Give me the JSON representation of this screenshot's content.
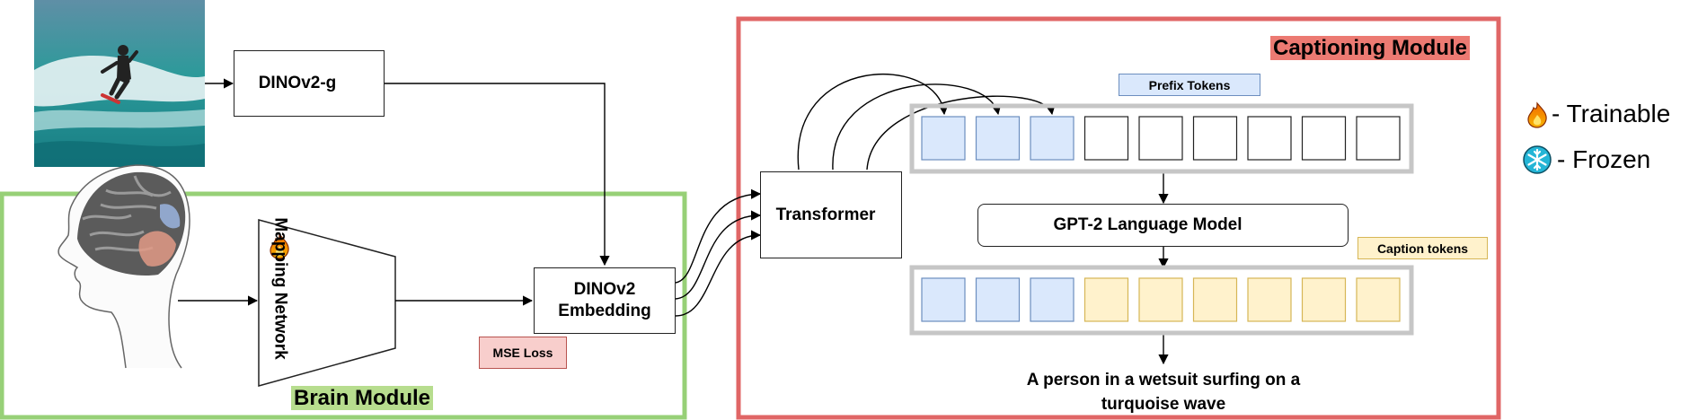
{
  "modules": {
    "brain": "Brain Module",
    "captioning": "Captioning Module"
  },
  "blocks": {
    "dinov2_g": "DINOv2-g",
    "mapping_network": "Mapping Network",
    "dinov2_embedding_line1": "DINOv2",
    "dinov2_embedding_line2": "Embedding",
    "mse_loss": "MSE Loss",
    "transformer": "Transformer",
    "gpt2": "GPT-2 Language Model"
  },
  "token_labels": {
    "prefix": "Prefix Tokens",
    "caption": "Caption tokens"
  },
  "token_rows": {
    "top": [
      "prefix",
      "prefix",
      "prefix",
      "empty",
      "empty",
      "empty",
      "empty",
      "empty",
      "empty"
    ],
    "bottom": [
      "prefix",
      "prefix",
      "prefix",
      "caption",
      "caption",
      "caption",
      "caption",
      "caption",
      "caption"
    ]
  },
  "output_caption": {
    "line1": "A person in a wetsuit surfing on a",
    "line2": "turquoise wave"
  },
  "legend": {
    "trainable": "- Trainable",
    "frozen": "- Frozen"
  },
  "icons": {
    "trainable": "flame-icon",
    "frozen": "snowflake-icon",
    "input_image": "surfer-photo",
    "brain": "head-brain-illustration"
  },
  "colors": {
    "brain_module_border": "#97d077",
    "captioning_module_border": "#e06666",
    "prefix_token_fill": "#dae8fc",
    "prefix_token_border": "#6c8ebf",
    "caption_token_fill": "#fff2cc",
    "caption_token_border": "#d6b656",
    "mse_fill": "#f8cecc",
    "mse_border": "#b85450"
  }
}
